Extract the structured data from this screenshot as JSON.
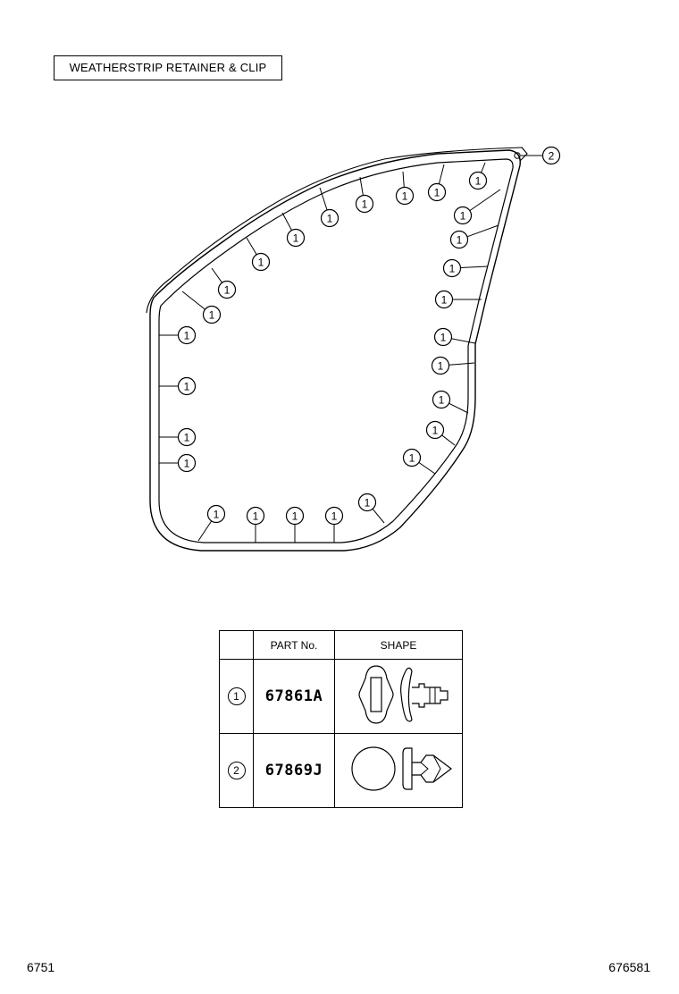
{
  "title": "WEATHERSTRIP  RETAINER & CLIP",
  "callout_labels": {
    "clip": "1",
    "retainer": "2"
  },
  "table": {
    "headers": {
      "index": "",
      "part_no": "PART No.",
      "shape": "SHAPE"
    },
    "rows": [
      {
        "ref": "1",
        "part_no": "67861A",
        "shape_icon": "weatherstrip-clip-icon"
      },
      {
        "ref": "2",
        "part_no": "67869J",
        "shape_icon": "push-retainer-icon"
      }
    ]
  },
  "footer": {
    "left_code": "6751",
    "right_code": "676581"
  }
}
